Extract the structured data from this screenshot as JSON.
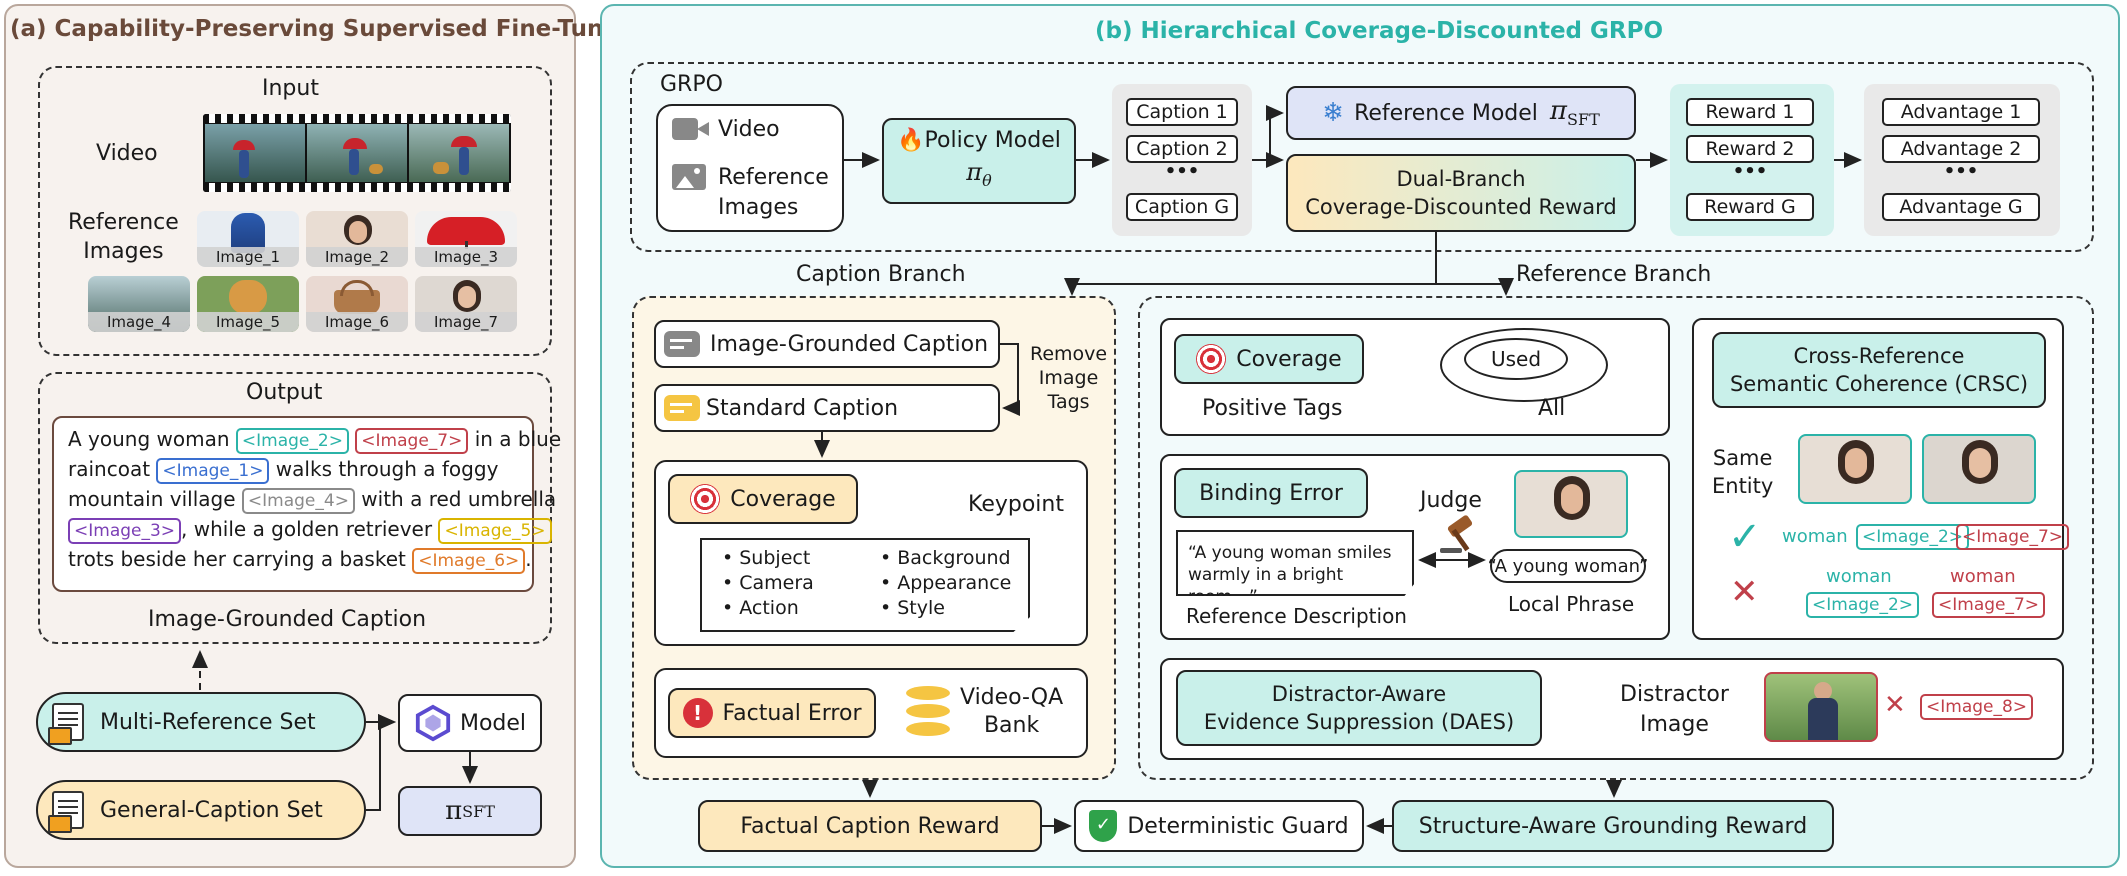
{
  "panel_a": {
    "title": "(a) Capability-Preserving Supervised Fine-Tuning",
    "input_label": "Input",
    "video_label": "Video",
    "reference_images_label": "Reference\nImages",
    "images": [
      "Image_1",
      "Image_2",
      "Image_3",
      "Image_4",
      "Image_5",
      "Image_6",
      "Image_7"
    ],
    "output_label": "Output",
    "caption_parts": [
      {
        "t": "A young woman "
      },
      {
        "tag": "<Image_2>",
        "color": "#2bb3a8"
      },
      {
        "t": " "
      },
      {
        "tag": "<Image_7>",
        "color": "#c0404a"
      },
      {
        "t": " in a blue"
      },
      {
        "br": true
      },
      {
        "t": "raincoat "
      },
      {
        "tag": "<Image_1>",
        "color": "#3a6fd0"
      },
      {
        "t": " walks through a foggy"
      },
      {
        "br": true
      },
      {
        "t": "mountain village "
      },
      {
        "tag": "<Image_4>",
        "color": "#8a8a8a"
      },
      {
        "t": " with a red umbrella"
      },
      {
        "br": true
      },
      {
        "tag": "<Image_3>",
        "color": "#7b3fb5"
      },
      {
        "t": ", while a golden retriever "
      },
      {
        "tag": "<Image_5>",
        "color": "#d9b400"
      },
      {
        "br": true
      },
      {
        "t": "trots beside her carrying a basket "
      },
      {
        "tag": "<Image_6>",
        "color": "#e07a2a"
      },
      {
        "t": "."
      }
    ],
    "image_grounded_caption_label": "Image-Grounded Caption",
    "multi_reference_set": "Multi-Reference Set",
    "general_caption_set": "General-Caption Set",
    "model": "Model",
    "pi_sft": "π",
    "pi_sft_sub": "SFT"
  },
  "panel_b": {
    "title": "(b) Hierarchical Coverage-Discounted GRPO",
    "grpo_label": "GRPO",
    "input_video": "Video",
    "input_reference_images": "Reference\nImages",
    "policy_model": "Policy Model",
    "pi_theta": "π",
    "pi_theta_sub": "θ",
    "captions": [
      "Caption 1",
      "Caption 2",
      "•••",
      "Caption G"
    ],
    "reference_model": "Reference Model",
    "ref_pi": "π",
    "ref_pi_sub": "SFT",
    "dual_branch_reward": "Dual-Branch\nCoverage-Discounted Reward",
    "rewards": [
      "Reward 1",
      "Reward 2",
      "•••",
      "Reward G"
    ],
    "advantages": [
      "Advantage 1",
      "Advantage 2",
      "•••",
      "Advantage G"
    ],
    "caption_branch": "Caption Branch",
    "reference_branch": "Reference Branch",
    "image_grounded_caption": "Image-Grounded Caption",
    "remove_image_tags": "Remove\nImage\nTags",
    "standard_caption": "Standard Caption",
    "coverage": "Coverage",
    "keypoint": "Keypoint",
    "keypoints_left": [
      "• Subject",
      "• Camera",
      "• Action"
    ],
    "keypoints_right": [
      "• Background",
      "• Appearance",
      "• Style"
    ],
    "factual_error": "Factual Error",
    "video_qa_bank": "Video-QA\nBank",
    "ref_coverage": "Coverage",
    "positive_tags": "Positive Tags",
    "used": "Used",
    "all": "All",
    "binding_error": "Binding Error",
    "judge": "Judge",
    "reference_quote": "“A young woman smiles\nwarmly in a bright room…”",
    "reference_description": "Reference Description",
    "local_phrase_quote": "“A young woman”",
    "local_phrase": "Local Phrase",
    "crsc_title": "Cross-Reference\nSemantic Coherence (CRSC)",
    "same_entity": "Same\nEntity",
    "check_row_word": "woman",
    "check_row_tag1": "<Image_2>",
    "check_row_tag2": "<Image_7>",
    "cross_left_word": "woman",
    "cross_left_tag": "<Image_2>",
    "cross_right_word": "woman",
    "cross_right_tag": "<Image_7>",
    "daes_title": "Distractor-Aware\nEvidence Suppression (DAES)",
    "distractor_image": "Distractor\nImage",
    "image_8": "<Image_8>",
    "factual_caption_reward": "Factual Caption Reward",
    "deterministic_guard": "Deterministic Guard",
    "structure_aware_reward": "Structure-Aware Grounding Reward"
  },
  "colors": {
    "teal": "#2bb3a8",
    "red": "#c0404a",
    "mint_fill": "#c9f0ea",
    "cream_fill": "#fde8bd",
    "lavender_fill": "#dfe4f7",
    "light_gray_fill": "#ececec",
    "caption_branch_fill": "#fdf6e6"
  }
}
